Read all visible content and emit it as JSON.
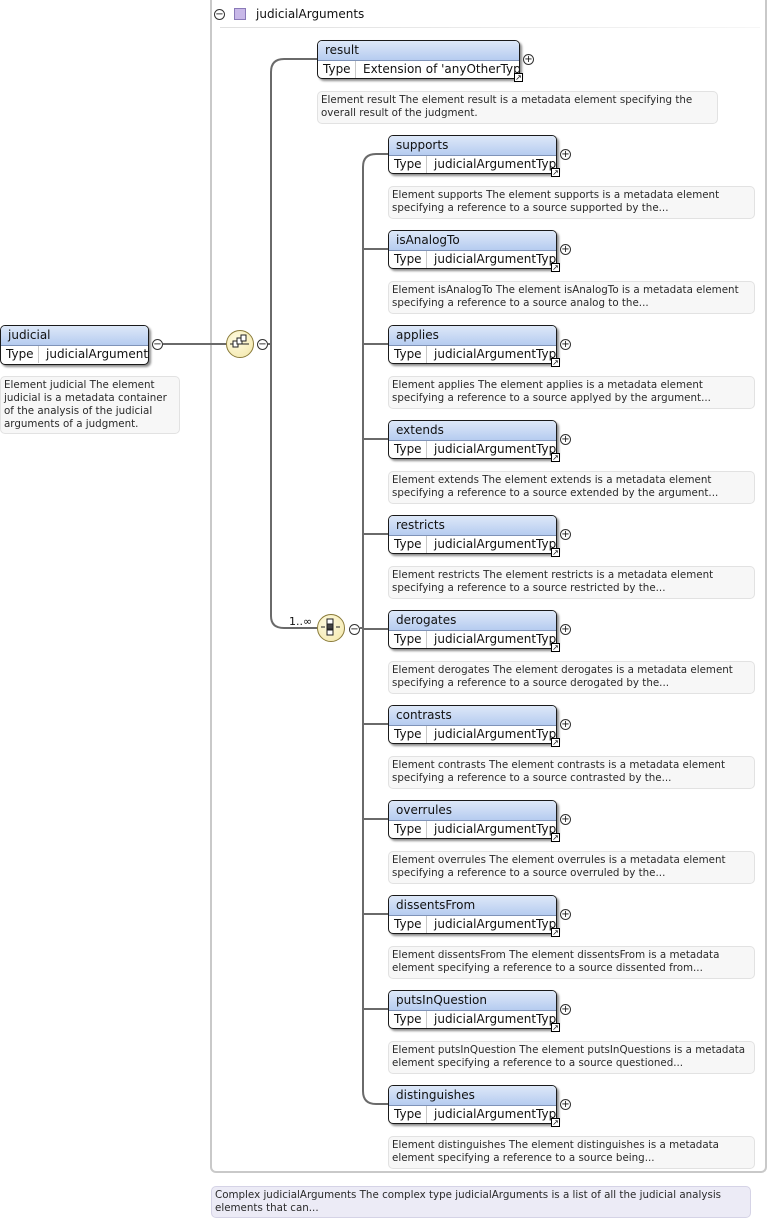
{
  "root_element": {
    "name": "judicial",
    "type_label": "Type",
    "type_value": "judicialArguments",
    "documentation": "Element judicial The element judicial is a metadata container of the analysis of the judicial arguments of a judgment."
  },
  "complex_type": {
    "name": "judicialArguments",
    "documentation": "Complex judicialArguments The complex type judicialArguments is a list of all the judicial analysis elements that can..."
  },
  "sequence": {
    "icon": "sequence-compositor-icon"
  },
  "choice": {
    "icon": "choice-compositor-icon",
    "occurs": "1..∞"
  },
  "icons": {
    "collapse": "−",
    "expand": "+",
    "jump": "↗"
  },
  "result_element": {
    "name": "result",
    "type_label": "Type",
    "type_value": "Extension of 'anyOtherType'",
    "documentation": "Element result The element result is a metadata element specifying the overall result of the judgment."
  },
  "choice_elements": [
    {
      "name": "supports",
      "type_label": "Type",
      "type_value": "judicialArgumentType",
      "documentation": "Element supports The element supports is a metadata element specifying a reference to a source supported by the..."
    },
    {
      "name": "isAnalogTo",
      "type_label": "Type",
      "type_value": "judicialArgumentType",
      "documentation": "Element isAnalogTo The element isAnalogTo is a metadata element specifying a reference to a source analog to the..."
    },
    {
      "name": "applies",
      "type_label": "Type",
      "type_value": "judicialArgumentType",
      "documentation": "Element applies The element applies is a metadata element specifying a reference to a source applyed by the argument..."
    },
    {
      "name": "extends",
      "type_label": "Type",
      "type_value": "judicialArgumentType",
      "documentation": "Element extends The element extends is a metadata element specifying a reference to a source extended by the argument..."
    },
    {
      "name": "restricts",
      "type_label": "Type",
      "type_value": "judicialArgumentType",
      "documentation": "Element restricts The element restricts is a metadata element specifying a reference to a source restricted by the..."
    },
    {
      "name": "derogates",
      "type_label": "Type",
      "type_value": "judicialArgumentType",
      "documentation": "Element derogates The element derogates is a metadata element specifying a reference to a source derogated by the..."
    },
    {
      "name": "contrasts",
      "type_label": "Type",
      "type_value": "judicialArgumentType",
      "documentation": "Element contrasts The element contrasts is a metadata element specifying a reference to a source contrasted by the..."
    },
    {
      "name": "overrules",
      "type_label": "Type",
      "type_value": "judicialArgumentType",
      "documentation": "Element overrules The element overrules is a metadata element specifying a reference to a source overruled by the..."
    },
    {
      "name": "dissentsFrom",
      "type_label": "Type",
      "type_value": "judicialArgumentType",
      "documentation": "Element dissentsFrom The element dissentsFrom is a metadata element specifying a reference to a source dissented from..."
    },
    {
      "name": "putsInQuestion",
      "type_label": "Type",
      "type_value": "judicialArgumentType",
      "documentation": "Element putsInQuestion The element putsInQuestions is a metadata element specifying a reference to a source questioned..."
    },
    {
      "name": "distinguishes",
      "type_label": "Type",
      "type_value": "judicialArgumentType",
      "documentation": "Element distinguishes The element distinguishes is a metadata element specifying a reference to a source being..."
    }
  ]
}
